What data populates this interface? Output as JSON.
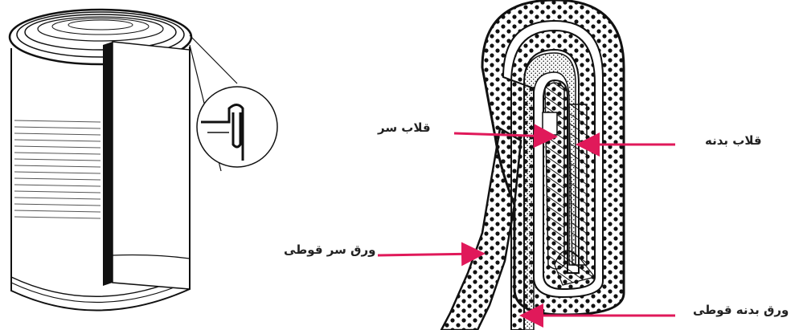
{
  "labels": {
    "head_hook": "قلاب سر",
    "body_hook": "قلاب بدنه",
    "lid_sheet": "ورق سر قوطی",
    "body_sheet": "ورق بدنه قوطی"
  },
  "colors": {
    "arrow": "#e0195a",
    "line": "#111111",
    "background": "#ffffff"
  }
}
